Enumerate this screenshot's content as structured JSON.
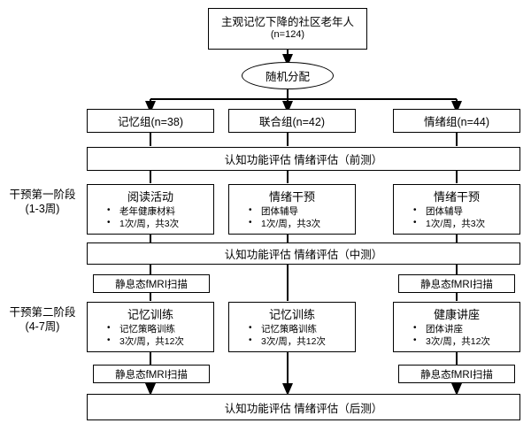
{
  "diagram": {
    "title_top": "主观记忆下降的社区老年人",
    "title_top_n": "(n=124)",
    "randomize": "随机分配",
    "groups": [
      {
        "label": "记忆组(n=38)"
      },
      {
        "label": "联合组(n=42)"
      },
      {
        "label": "情绪组(n=44)"
      }
    ],
    "assessments": {
      "pre": "认知功能评估 情绪评估（前测）",
      "mid": "认知功能评估 情绪评估（中测）",
      "post": "认知功能评估 情绪评估（后测）"
    },
    "phase_labels": [
      {
        "name": "干预第一阶段",
        "weeks": "(1-3周)"
      },
      {
        "name": "干预第二阶段",
        "weeks": "(4-7周)"
      }
    ],
    "phase1": [
      {
        "title": "阅读活动",
        "bullets": [
          "老年健康材料",
          "1次/周，共3次"
        ]
      },
      {
        "title": "情绪干预",
        "bullets": [
          "团体辅导",
          "1次/周，共3次"
        ]
      },
      {
        "title": "情绪干预",
        "bullets": [
          "团体辅导",
          "1次/周，共3次"
        ]
      }
    ],
    "phase2": [
      {
        "title": "记忆训练",
        "bullets": [
          "记忆策略训练",
          "3次/周，共12次"
        ]
      },
      {
        "title": "记忆训练",
        "bullets": [
          "记忆策略训练",
          "3次/周，共12次"
        ]
      },
      {
        "title": "健康讲座",
        "bullets": [
          "团体讲座",
          "3次/周，共12次"
        ]
      }
    ],
    "fmri_label": "静息态fMRI扫描",
    "colors": {
      "stroke": "#000000",
      "fill": "#ffffff",
      "text": "#000000"
    }
  }
}
